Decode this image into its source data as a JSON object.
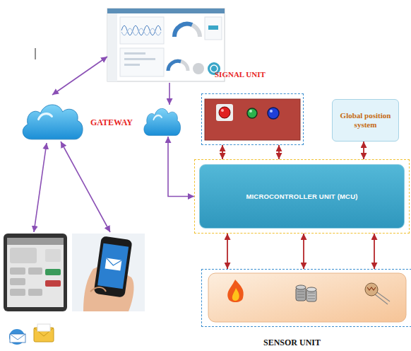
{
  "diagram": {
    "nodes": [
      {
        "text": [
          "GATEWAY"
        ]
      },
      {
        "text": [
          "SIGNAL UNIT"
        ]
      },
      {
        "text": [
          "Global position system"
        ]
      },
      {
        "text": [
          "MICROCONTROLLER UNIT (MCU)"
        ]
      },
      {
        "text": [
          "SENSOR UNIT"
        ]
      }
    ],
    "edges": [
      {
        "from": 0,
        "to": 3,
        "arrow": "both"
      },
      {
        "from": 1,
        "to": 3,
        "arrow": "both"
      },
      {
        "from": 1,
        "to": 3,
        "arrow": "both"
      },
      {
        "from": 2,
        "to": 3,
        "arrow": "both"
      },
      {
        "from": 3,
        "to": 4,
        "arrow": "both"
      },
      {
        "from": 3,
        "to": 4,
        "arrow": "both"
      },
      {
        "from": 3,
        "to": 4,
        "arrow": "both"
      }
    ]
  }
}
